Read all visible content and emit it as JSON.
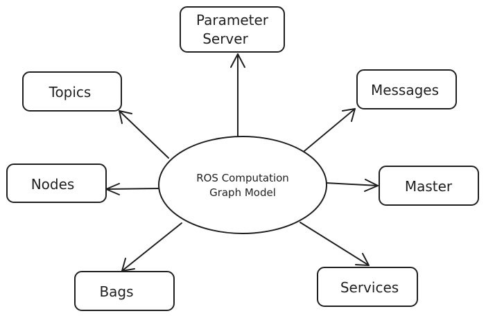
{
  "center": {
    "line1": "ROS Computation",
    "line2": "Graph Model"
  },
  "nodes": {
    "parameter_server": {
      "line1": "Parameter",
      "line2": "Server"
    },
    "topics": "Topics",
    "messages": "Messages",
    "nodes": "Nodes",
    "master": "Master",
    "bags": "Bags",
    "services": "Services"
  },
  "colors": {
    "stroke": "#1e1e1e",
    "background": "#ffffff"
  }
}
